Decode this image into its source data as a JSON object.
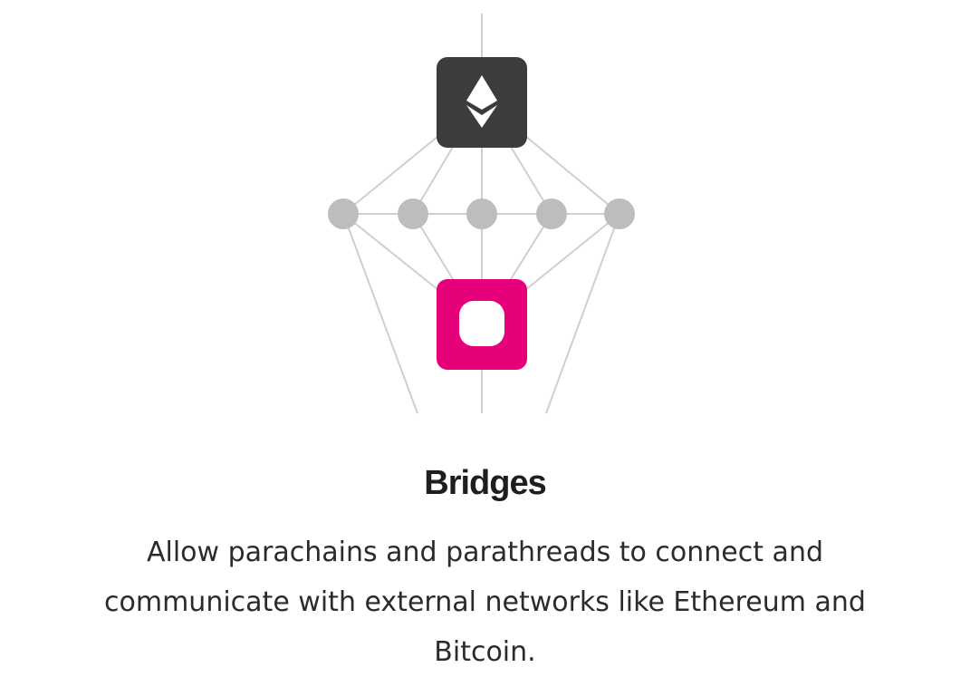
{
  "diagram": {
    "top_node_icon": "ethereum-icon",
    "bottom_node_icon": "polkadot-icon",
    "colors": {
      "top_node": "#3c3c3c",
      "bottom_node": "#e6007a",
      "edges": "#cfcfcf",
      "dots": "#bdbdbd",
      "glyph": "#ffffff"
    },
    "dot_count": 5
  },
  "content": {
    "title": "Bridges",
    "description": "Allow parachains and parathreads to connect and communicate with external networks like Ethereum and Bitcoin."
  }
}
